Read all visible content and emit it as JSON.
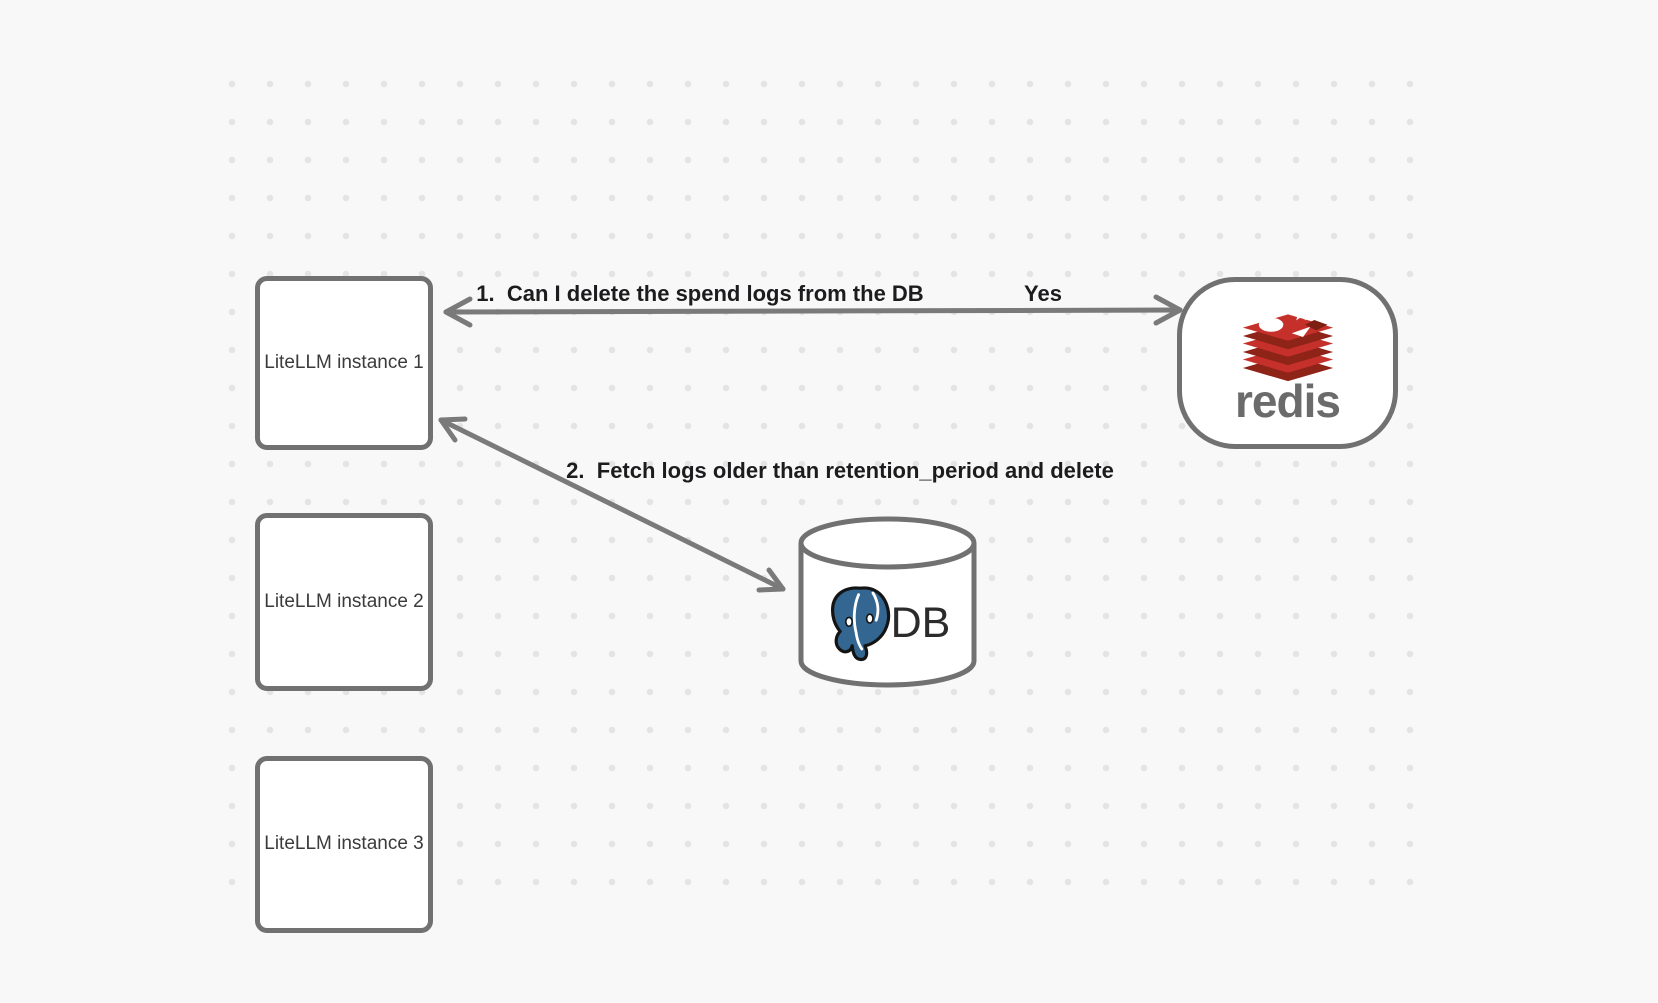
{
  "canvas": {
    "type": "architecture-diagram",
    "background_color": "#f8f8f8",
    "dot_color": "#e4e4e4",
    "shape_stroke_color": "#717171",
    "arrow_color": "#7a7a7a"
  },
  "nodes": {
    "instance1": {
      "label": "LiteLLM instance 1"
    },
    "instance2": {
      "label": "LiteLLM instance 2"
    },
    "instance3": {
      "label": "LiteLLM instance 3"
    },
    "redis": {
      "label": "redis",
      "icon": "redis-stack-logo-icon",
      "brand_red": "#C6302B",
      "brand_dark_red": "#8E2318",
      "wordmark_color": "#6b6b6b"
    },
    "database": {
      "label": "DB",
      "icon": "postgresql-elephant-icon",
      "brand_blue": "#336791"
    }
  },
  "connectors": [
    {
      "label": "1.  Can I delete the spend logs from the DB",
      "response": "Yes",
      "from": "LiteLLM instance 1",
      "to": "redis",
      "direction": "bidirectional"
    },
    {
      "label": "2.  Fetch logs older than retention_period and delete",
      "from": "LiteLLM instance 1",
      "to": "DB",
      "direction": "bidirectional"
    }
  ]
}
